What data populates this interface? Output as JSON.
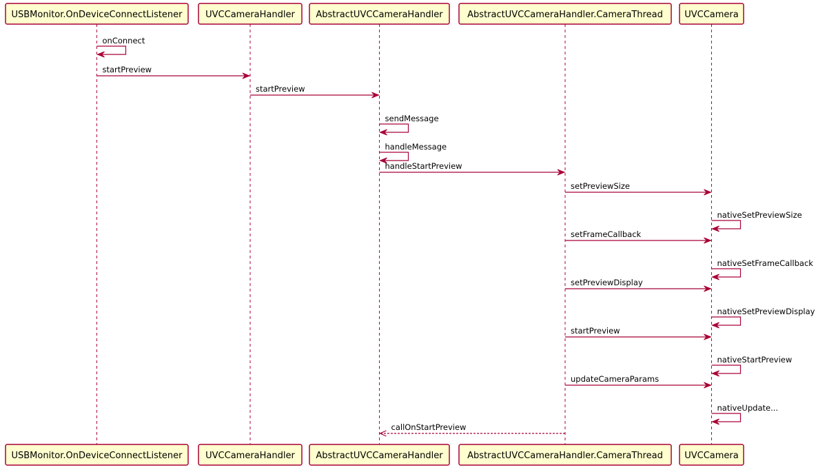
{
  "colors": {
    "box_fill": "#FEFECE",
    "box_stroke": "#A80036",
    "arrow": "#A80036",
    "text": "#000000"
  },
  "participants": [
    {
      "id": "usbmonitor",
      "label": "USBMonitor.OnDeviceConnectListener"
    },
    {
      "id": "uvccamerahandler",
      "label": "UVCCameraHandler"
    },
    {
      "id": "abstractuvccamerahandler",
      "label": "AbstractUVCCameraHandler"
    },
    {
      "id": "camerathread",
      "label": "AbstractUVCCameraHandler.CameraThread"
    },
    {
      "id": "uvccamera",
      "label": "UVCCamera"
    }
  ],
  "messages": [
    {
      "from": 0,
      "to": 0,
      "label": "onConnect",
      "style": "solid"
    },
    {
      "from": 0,
      "to": 1,
      "label": "startPreview",
      "style": "solid"
    },
    {
      "from": 1,
      "to": 2,
      "label": "startPreview",
      "style": "solid"
    },
    {
      "from": 2,
      "to": 2,
      "label": "sendMessage",
      "style": "solid"
    },
    {
      "from": 2,
      "to": 2,
      "label": "handleMessage",
      "style": "solid"
    },
    {
      "from": 2,
      "to": 3,
      "label": "handleStartPreview",
      "style": "solid"
    },
    {
      "from": 3,
      "to": 4,
      "label": "setPreviewSize",
      "style": "solid"
    },
    {
      "from": 4,
      "to": 4,
      "label": "nativeSetPreviewSize",
      "style": "solid"
    },
    {
      "from": 3,
      "to": 4,
      "label": "setFrameCallback",
      "style": "solid"
    },
    {
      "from": 4,
      "to": 4,
      "label": "nativeSetFrameCallback",
      "style": "solid"
    },
    {
      "from": 3,
      "to": 4,
      "label": "setPreviewDisplay",
      "style": "solid"
    },
    {
      "from": 4,
      "to": 4,
      "label": "nativeSetPreviewDisplay",
      "style": "solid"
    },
    {
      "from": 3,
      "to": 4,
      "label": "startPreview",
      "style": "solid"
    },
    {
      "from": 4,
      "to": 4,
      "label": "nativeStartPreview",
      "style": "solid"
    },
    {
      "from": 3,
      "to": 4,
      "label": "updateCameraParams",
      "style": "solid"
    },
    {
      "from": 4,
      "to": 4,
      "label": "nativeUpdate...",
      "style": "solid"
    },
    {
      "from": 3,
      "to": 2,
      "label": "callOnStartPreview",
      "style": "dashed"
    }
  ]
}
